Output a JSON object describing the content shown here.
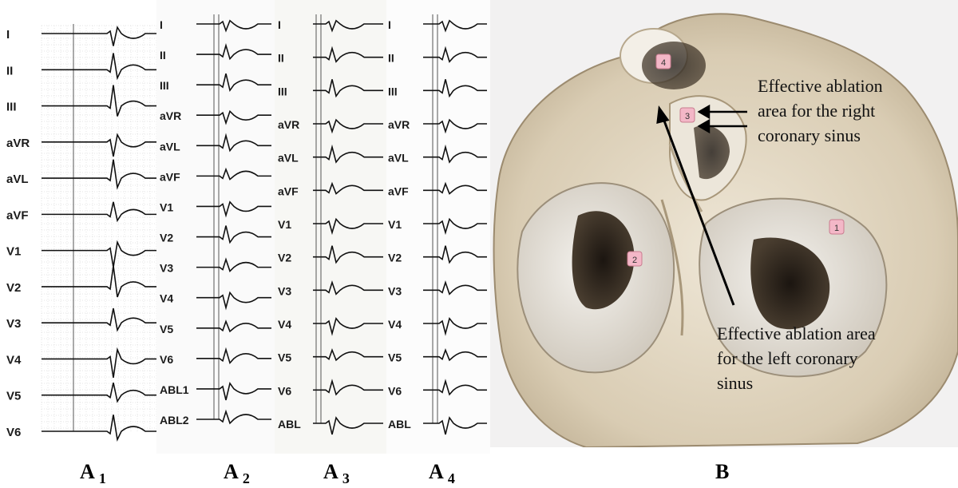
{
  "panels": {
    "a1": {
      "label_main": "A",
      "label_sub": "1",
      "leads": [
        "I",
        "II",
        "III",
        "aVR",
        "aVL",
        "aVF",
        "V1",
        "V2",
        "V3",
        "V4",
        "V5",
        "V6"
      ]
    },
    "a2": {
      "label_main": "A",
      "label_sub": "2",
      "leads": [
        "I",
        "II",
        "III",
        "aVR",
        "aVL",
        "aVF",
        "V1",
        "V2",
        "V3",
        "V4",
        "V5",
        "V6",
        "ABL1",
        "ABL2"
      ]
    },
    "a3": {
      "label_main": "A",
      "label_sub": "3",
      "leads": [
        "I",
        "II",
        "III",
        "aVR",
        "aVL",
        "aVF",
        "V1",
        "V2",
        "V3",
        "V4",
        "V5",
        "V6",
        "ABL"
      ]
    },
    "a4": {
      "label_main": "A",
      "label_sub": "4",
      "leads": [
        "I",
        "II",
        "III",
        "aVR",
        "aVL",
        "aVF",
        "V1",
        "V2",
        "V3",
        "V4",
        "V5",
        "V6",
        "ABL"
      ]
    },
    "b": {
      "label": "B",
      "annotation_right": [
        "Effective ablation",
        "area for the right",
        "coronary sinus"
      ],
      "annotation_left": [
        "Effective ablation area",
        "for the left coronary",
        "sinus"
      ],
      "tags": [
        "1",
        "2",
        "3",
        "4"
      ]
    }
  },
  "colors": {
    "trace": "#111111",
    "grid": "#c9c9c9",
    "tissue": "#e6dccb",
    "background": "#ffffff"
  }
}
